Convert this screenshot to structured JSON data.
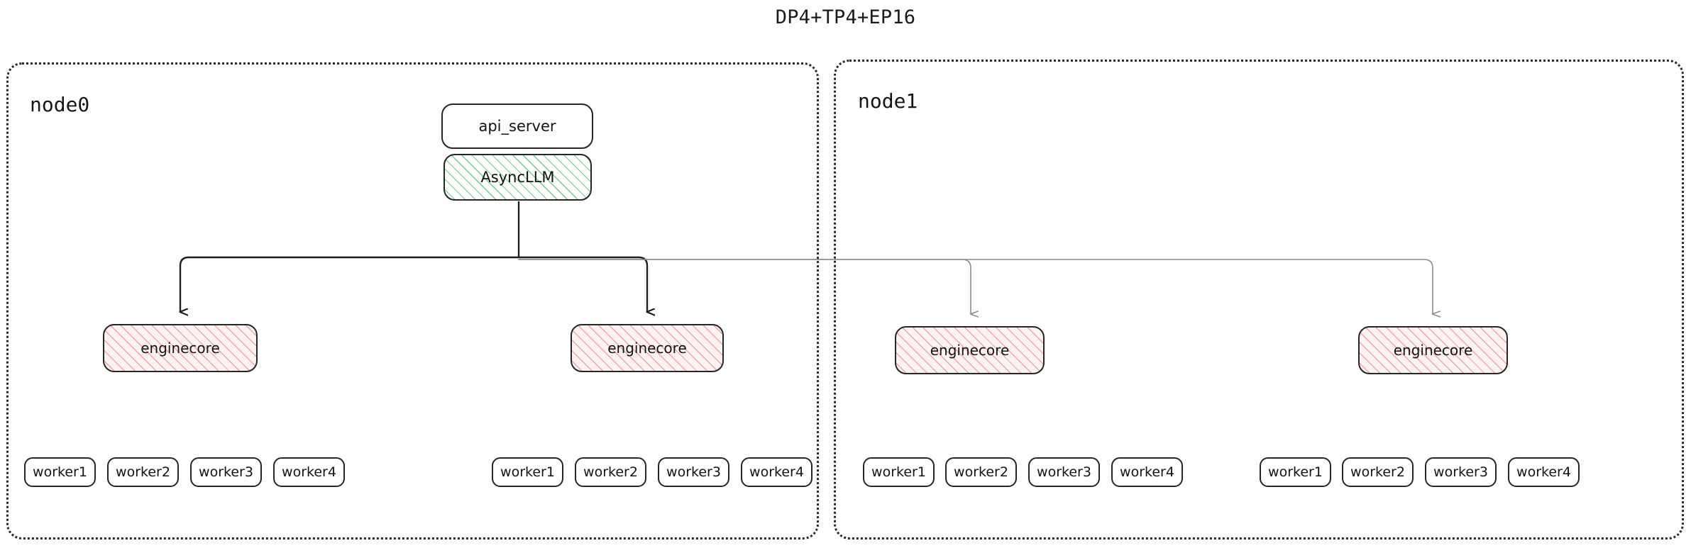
{
  "title": "DP4+TP4+EP16",
  "colors": {
    "node_border": "#2b2b2b",
    "box_border": "#262626",
    "async_hatch": "#6fcf8c",
    "engine_hatch": "#f0a6a6",
    "engine_fill": "#fdf2f2",
    "arrow_dark": "#1f1f1f",
    "arrow_gray": "#8c8c8c",
    "background": "#ffffff"
  },
  "nodes": [
    {
      "id": "node0",
      "label": "node0",
      "api_server": {
        "label": "api_server"
      },
      "async_llm": {
        "label": "AsyncLLM"
      },
      "enginecores": [
        {
          "label": "enginecore"
        },
        {
          "label": "enginecore"
        }
      ],
      "worker_groups": [
        {
          "workers": [
            "worker1",
            "worker2",
            "worker3",
            "worker4"
          ]
        },
        {
          "workers": [
            "worker1",
            "worker2",
            "worker3",
            "worker4"
          ]
        }
      ]
    },
    {
      "id": "node1",
      "label": "node1",
      "enginecores": [
        {
          "label": "enginecore"
        },
        {
          "label": "enginecore"
        }
      ],
      "worker_groups": [
        {
          "workers": [
            "worker1",
            "worker2",
            "worker3",
            "worker4"
          ]
        },
        {
          "workers": [
            "worker1",
            "worker2",
            "worker3",
            "worker4"
          ]
        }
      ]
    }
  ]
}
